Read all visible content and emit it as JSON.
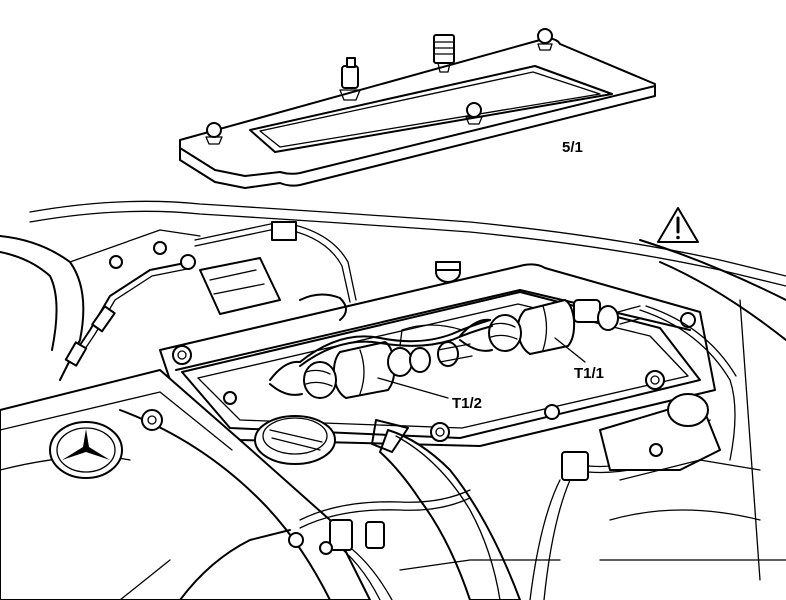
{
  "labels": {
    "cover": "5/1",
    "coil_1": "T1/1",
    "coil_2": "T1/2"
  },
  "icons": {
    "warning": "warning-triangle-icon",
    "emblem": "mercedes-star-icon"
  },
  "colors": {
    "line": "#000000",
    "background": "#ffffff"
  }
}
